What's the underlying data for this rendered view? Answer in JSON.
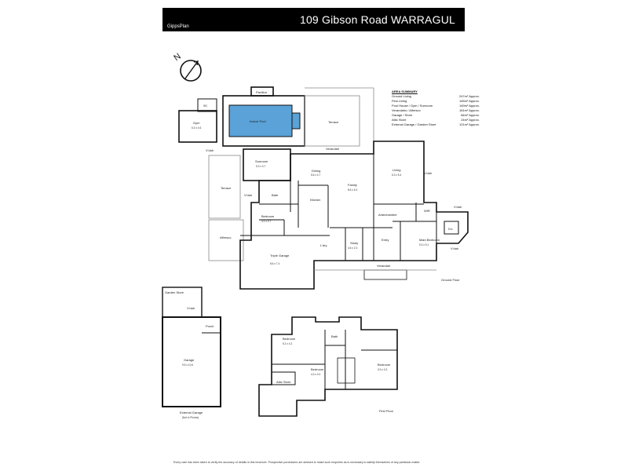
{
  "header": {
    "brand": "GippsPlan",
    "title": "109 Gibson Road WARRAGUL"
  },
  "compass": {
    "label": "N"
  },
  "summary": {
    "heading": "AREA SUMMARY",
    "rows": [
      {
        "name": "Ground Living",
        "area": "247m² Approx."
      },
      {
        "name": "First Living",
        "area": "145m² Approx."
      },
      {
        "name": "Pool House / Gym / Sunroom",
        "area": "149m² Approx."
      },
      {
        "name": "Verandahs / Alfresco",
        "area": "161m² Approx."
      },
      {
        "name": "Garage / Store",
        "area": "84m² Approx."
      },
      {
        "name": "Attic Store",
        "area": "24m² Approx."
      },
      {
        "name": "External Garage / Garden Store",
        "area": "121m² Approx."
      }
    ]
  },
  "rooms": {
    "pavilion": "Pavilion",
    "indoor_pool": "Indoor Pool",
    "terrace_top": "Terrace",
    "gym": "Gym",
    "gym_dim": "6.3 x 4.6",
    "wc": "WC",
    "vdah1": "V'dah",
    "sunroom": "Sunroom",
    "sunroom_dim": "5.3 x 3.7",
    "verandah_top": "Verandah",
    "dining": "Dining",
    "dining_dim": "5.6 x 4.7",
    "family": "Family",
    "family_dim": "8.6 x 6.3",
    "living": "Living",
    "living_dim": "6.3 x 5.4",
    "vdah_right": "V'dah",
    "terrace_left": "Terrace",
    "vdah_left": "V'dah",
    "bath": "Bath",
    "kitchen": "Kitchen",
    "bedroom1": "Bedroom",
    "bedroom1_dim": "4.2 x 3.7",
    "alfresco": "Alfresco",
    "entry": "Entry",
    "antechamber": "Antechamber",
    "wir": "WIR",
    "ens": "Ens",
    "vdah_ens": "V'dah",
    "vdah_main": "V'dah",
    "main_bedroom": "Main Bedroom",
    "main_bedroom_dim": "5.3 x 5.1",
    "study": "Study",
    "study_dim": "4.6 x 2.3",
    "ldry": "L'dry",
    "triple_garage": "Triple Garage",
    "triple_garage_dim": "8.6 x 7.4",
    "verandah_bottom": "Verandah",
    "ground_floor": "Ground Floor",
    "garden_store": "Garden Store",
    "vdah_ext": "V'dah",
    "porch": "Porch",
    "garage": "Garage",
    "garage_dim": "9.5 x 10.6",
    "external_garage": "External Garage",
    "external_garage_note": "(Not in Photos)",
    "bedroom2": "Bedroom",
    "bedroom2_dim": "5.2 x 4.2",
    "bath2": "Bath",
    "bedroom3": "Bedroom",
    "bedroom3_dim": "4.3 x 4.0",
    "bedroom4": "Bedroom",
    "bedroom4_dim": "3.9 x 3.3",
    "attic_store": "Attic Store",
    "first_floor": "First Floor"
  },
  "disclaimer": "Every care has been taken to verify the accuracy of details in this brochure. Prospective purchasers are advised to make such enquiries as is necessary to satisfy themselves of any particular matter."
}
